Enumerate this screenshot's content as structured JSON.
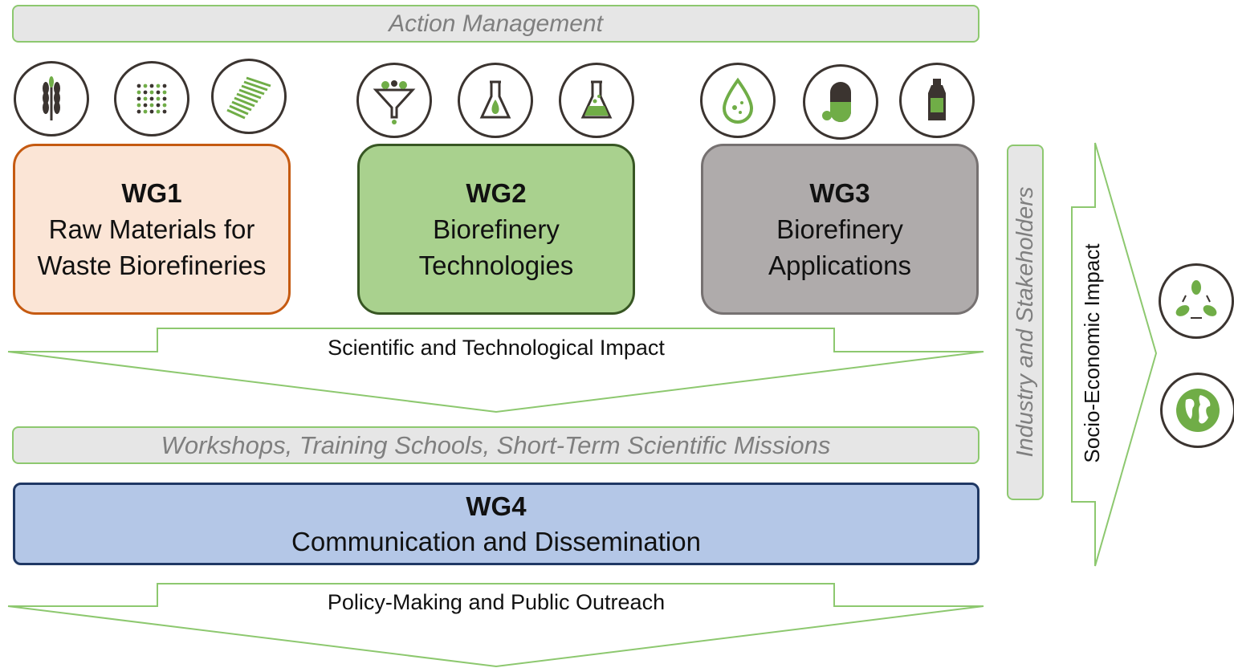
{
  "top_bar": "Action Management",
  "mid_bar": "Workshops, Training Schools, Short-Term Scientific Missions",
  "working_groups": [
    {
      "id": "WG1",
      "line1": "Raw Materials for",
      "line2": "Waste Biorefineries",
      "fill": "#fbe5d6",
      "border": "#c55a11"
    },
    {
      "id": "WG2",
      "line1": "Biorefinery",
      "line2": "Technologies",
      "fill": "#a9d18e",
      "border": "#375623"
    },
    {
      "id": "WG3",
      "line1": "Biorefinery",
      "line2": "Applications",
      "fill": "#afabab",
      "border": "#767171"
    }
  ],
  "wg4": {
    "id": "WG4",
    "line1": "Communication and Dissemination",
    "fill": "#b4c7e7",
    "border": "#1f3864"
  },
  "impact_scientific": "Scientific and Technological Impact",
  "impact_policy": "Policy-Making and Public Outreach",
  "side_bar": "Industry and Stakeholders",
  "socio_economic": "Socio-Economic Impact",
  "icons": [
    "wheat-icon",
    "seeds-grid-icon",
    "textured-waste-icon",
    "funnel-filter-icon",
    "flask-icon",
    "flask-bubbles-icon",
    "water-drop-icon",
    "capsule-icon",
    "bottle-icon",
    "recycle-leaves-icon",
    "globe-icon"
  ],
  "colors": {
    "green_accent": "#70ad47",
    "icon_border": "#3b3430",
    "bar_fill": "#e6e6e6"
  }
}
